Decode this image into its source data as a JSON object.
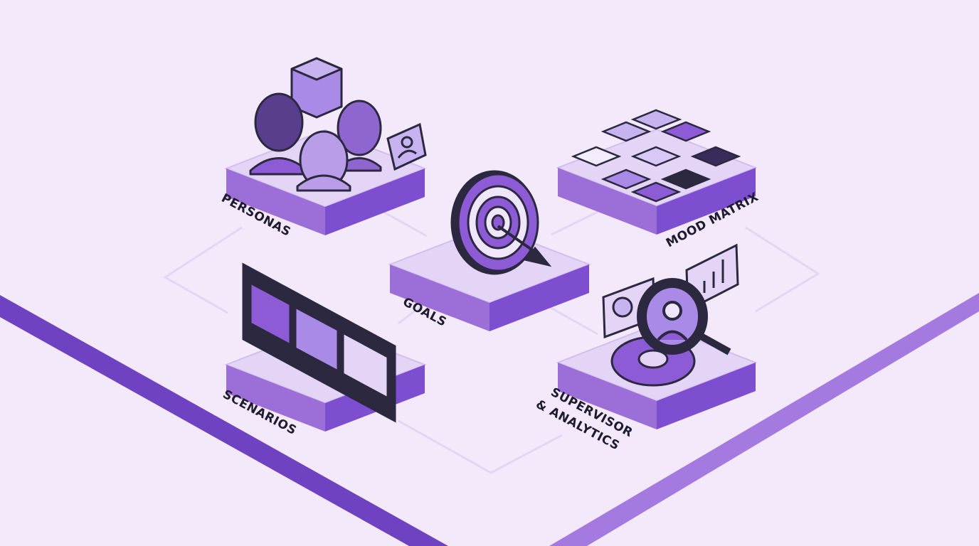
{
  "labels": {
    "personas": "PERSONAS",
    "goals": "GOALS",
    "mood_matrix": "MOOD MATRIX",
    "scenarios": "SCENARIOS",
    "supervisor_line1": "SUPERVISOR",
    "supervisor_line2": "& ANALYTICS"
  },
  "colors": {
    "background": "#f3e9fb",
    "tile_top": "#e4d5f7",
    "tile_side": "#9b6ed8",
    "accent": "#8e5bd6",
    "dark": "#2b2840",
    "rail_left": "#6e42c1",
    "rail_right": "#a47ae0"
  },
  "icons": [
    "people-icon",
    "chat-user-icon",
    "target-icon",
    "arrow-icon",
    "mood-grid-icon",
    "film-strip-icon",
    "magnifier-user-icon",
    "gear-icon",
    "pie-chart-icon",
    "bar-chart-icon"
  ]
}
